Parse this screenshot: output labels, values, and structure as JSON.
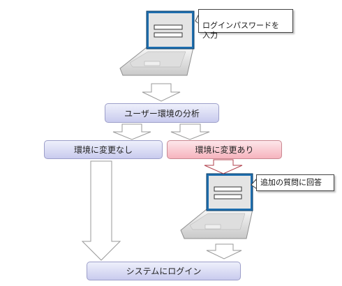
{
  "nodes": {
    "login_input_callout": "ログインパスワードを\n入力",
    "env_analysis": "ユーザー環境の分析",
    "no_change": "環境に変更なし",
    "change": "環境に変更あり",
    "extra_question_callout": "追加の質問に回答",
    "system_login": "システムにログイン"
  },
  "colors": {
    "box_blue": "#cfd1f1",
    "box_red": "#f8c0c8",
    "arrow_fill": "#ffffff",
    "arrow_stroke": "#999999",
    "arrow_red_stroke": "#b0404c",
    "laptop_screen": "#e4e4e4",
    "laptop_frame": "#1e6fb0"
  },
  "icons": [
    "laptop-icon",
    "laptop-icon"
  ]
}
